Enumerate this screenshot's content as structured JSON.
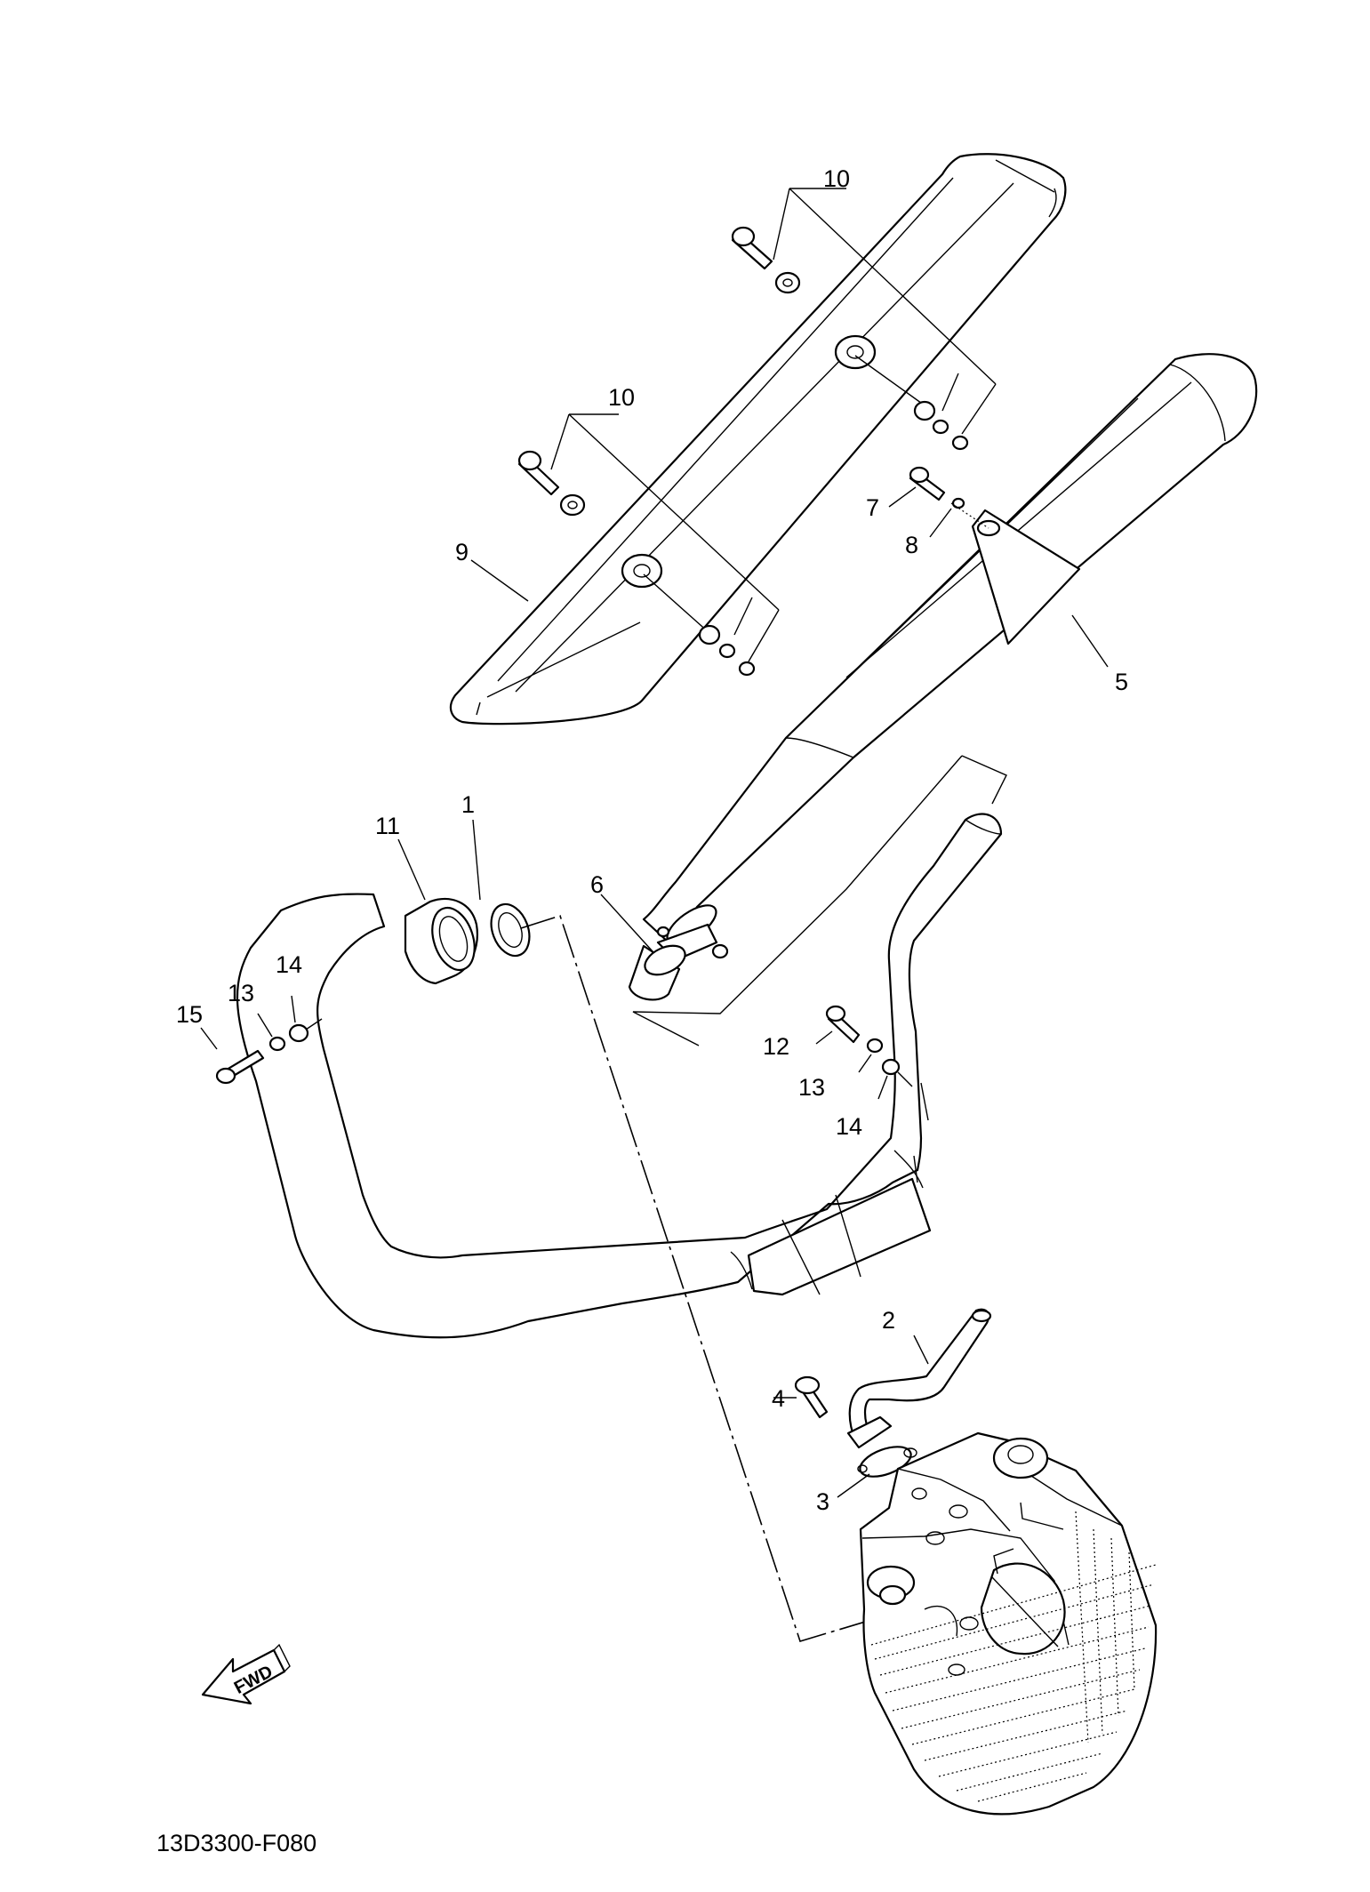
{
  "callouts": [
    {
      "id": "1",
      "text": "1"
    },
    {
      "id": "2",
      "text": "2"
    },
    {
      "id": "3",
      "text": "3"
    },
    {
      "id": "4",
      "text": "4"
    },
    {
      "id": "5",
      "text": "5"
    },
    {
      "id": "6",
      "text": "6"
    },
    {
      "id": "7",
      "text": "7"
    },
    {
      "id": "8",
      "text": "8"
    },
    {
      "id": "9",
      "text": "9"
    },
    {
      "id": "10a",
      "text": "10"
    },
    {
      "id": "10b",
      "text": "10"
    },
    {
      "id": "11",
      "text": "11"
    },
    {
      "id": "12",
      "text": "12"
    },
    {
      "id": "13a",
      "text": "13"
    },
    {
      "id": "13b",
      "text": "13"
    },
    {
      "id": "14a",
      "text": "14"
    },
    {
      "id": "14b",
      "text": "14"
    },
    {
      "id": "15",
      "text": "15"
    }
  ],
  "fwd_arrow": {
    "text": "FWD"
  },
  "ref_code": "13D3300-F080"
}
